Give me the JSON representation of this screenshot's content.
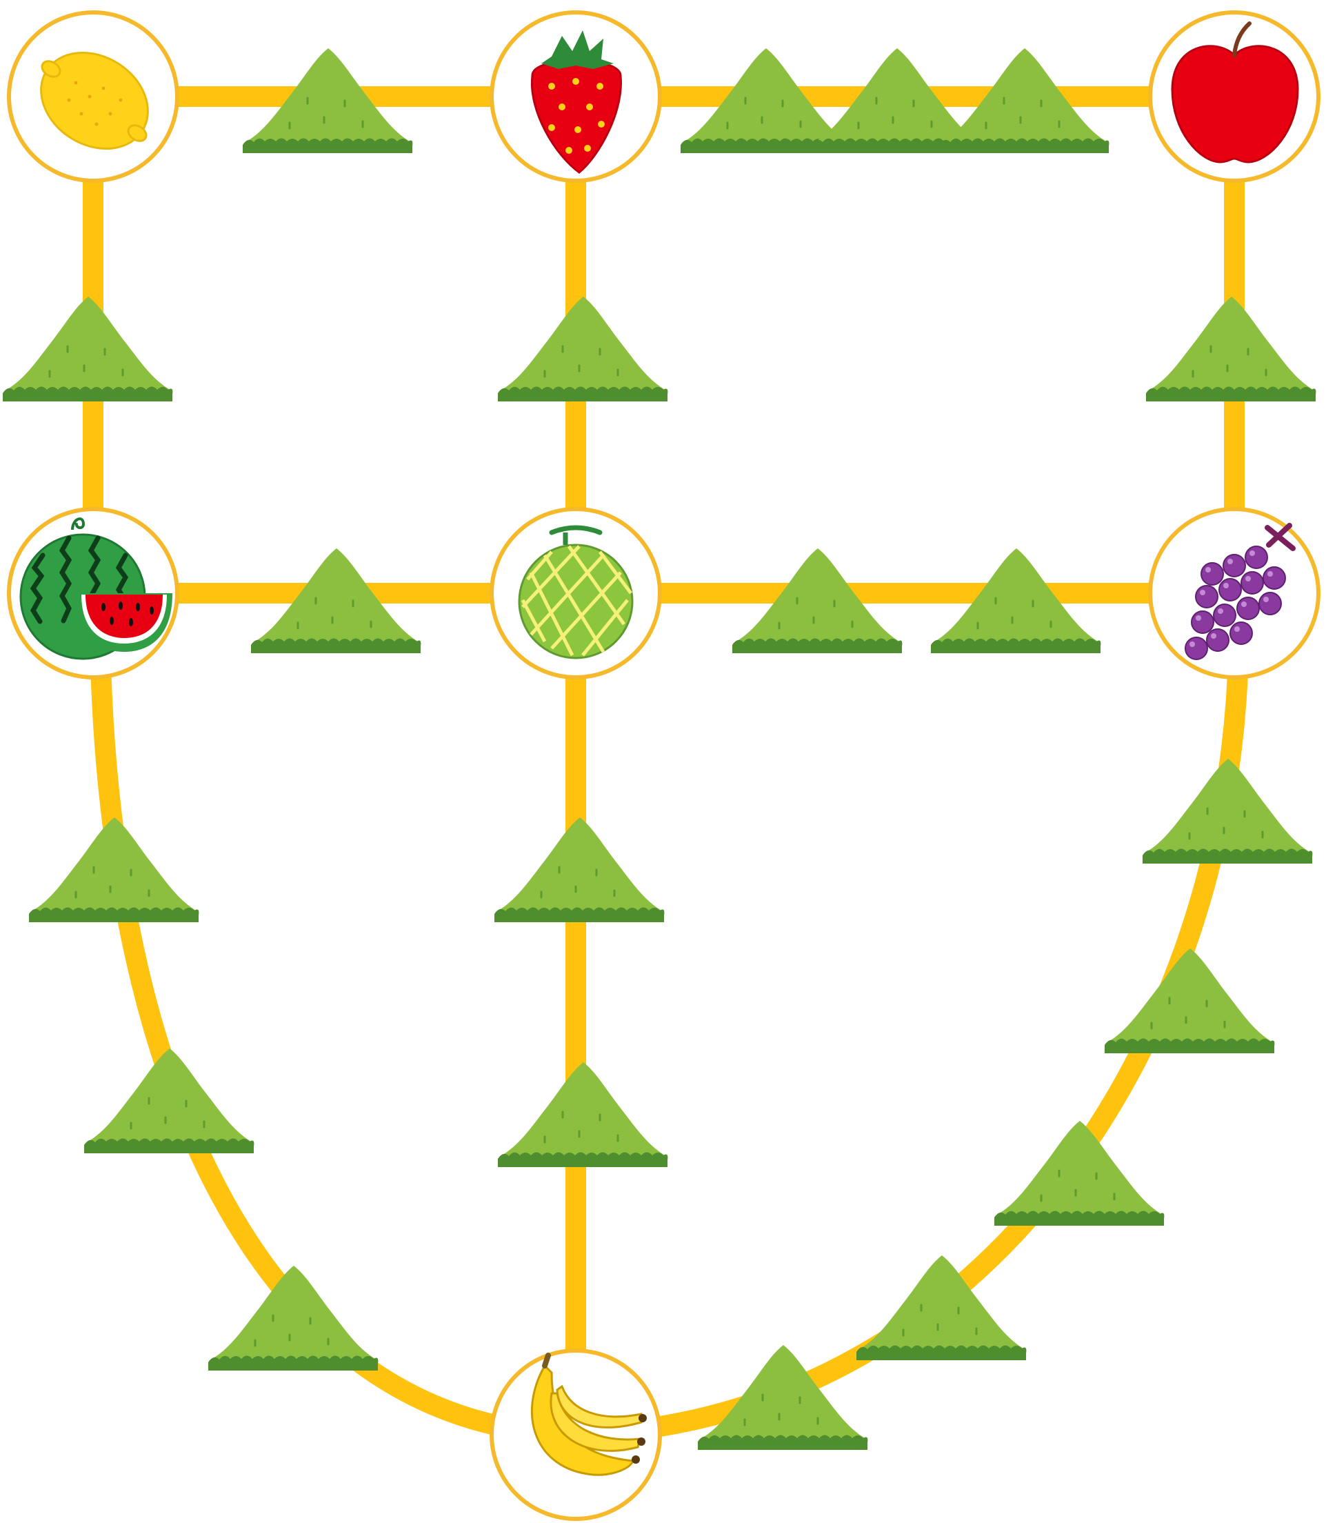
{
  "board": {
    "colors": {
      "background": "#ffffff",
      "path": "#FFC20E",
      "node_ring": "#F6B92B",
      "hill_light": "#8CBF3F",
      "hill_dark": "#4E8E2E"
    },
    "nodes": [
      {
        "id": "lemon",
        "icon": "lemon-icon"
      },
      {
        "id": "strawberry",
        "icon": "strawberry-icon"
      },
      {
        "id": "apple",
        "icon": "apple-icon"
      },
      {
        "id": "watermelon",
        "icon": "watermelon-icon"
      },
      {
        "id": "melon",
        "icon": "melon-icon"
      },
      {
        "id": "grapes",
        "icon": "grapes-icon"
      },
      {
        "id": "banana",
        "icon": "banana-icon"
      }
    ],
    "routes": [
      {
        "from": "lemon",
        "to": "strawberry",
        "hills": 1
      },
      {
        "from": "strawberry",
        "to": "apple",
        "hills": 3
      },
      {
        "from": "lemon",
        "to": "watermelon",
        "hills": 1
      },
      {
        "from": "strawberry",
        "to": "melon",
        "hills": 1
      },
      {
        "from": "apple",
        "to": "grapes",
        "hills": 1
      },
      {
        "from": "watermelon",
        "to": "melon",
        "hills": 1
      },
      {
        "from": "melon",
        "to": "grapes",
        "hills": 2
      },
      {
        "from": "watermelon",
        "to": "banana",
        "hills": 3
      },
      {
        "from": "melon",
        "to": "banana",
        "hills": 2
      },
      {
        "from": "grapes",
        "to": "banana",
        "hills": 5
      }
    ]
  }
}
